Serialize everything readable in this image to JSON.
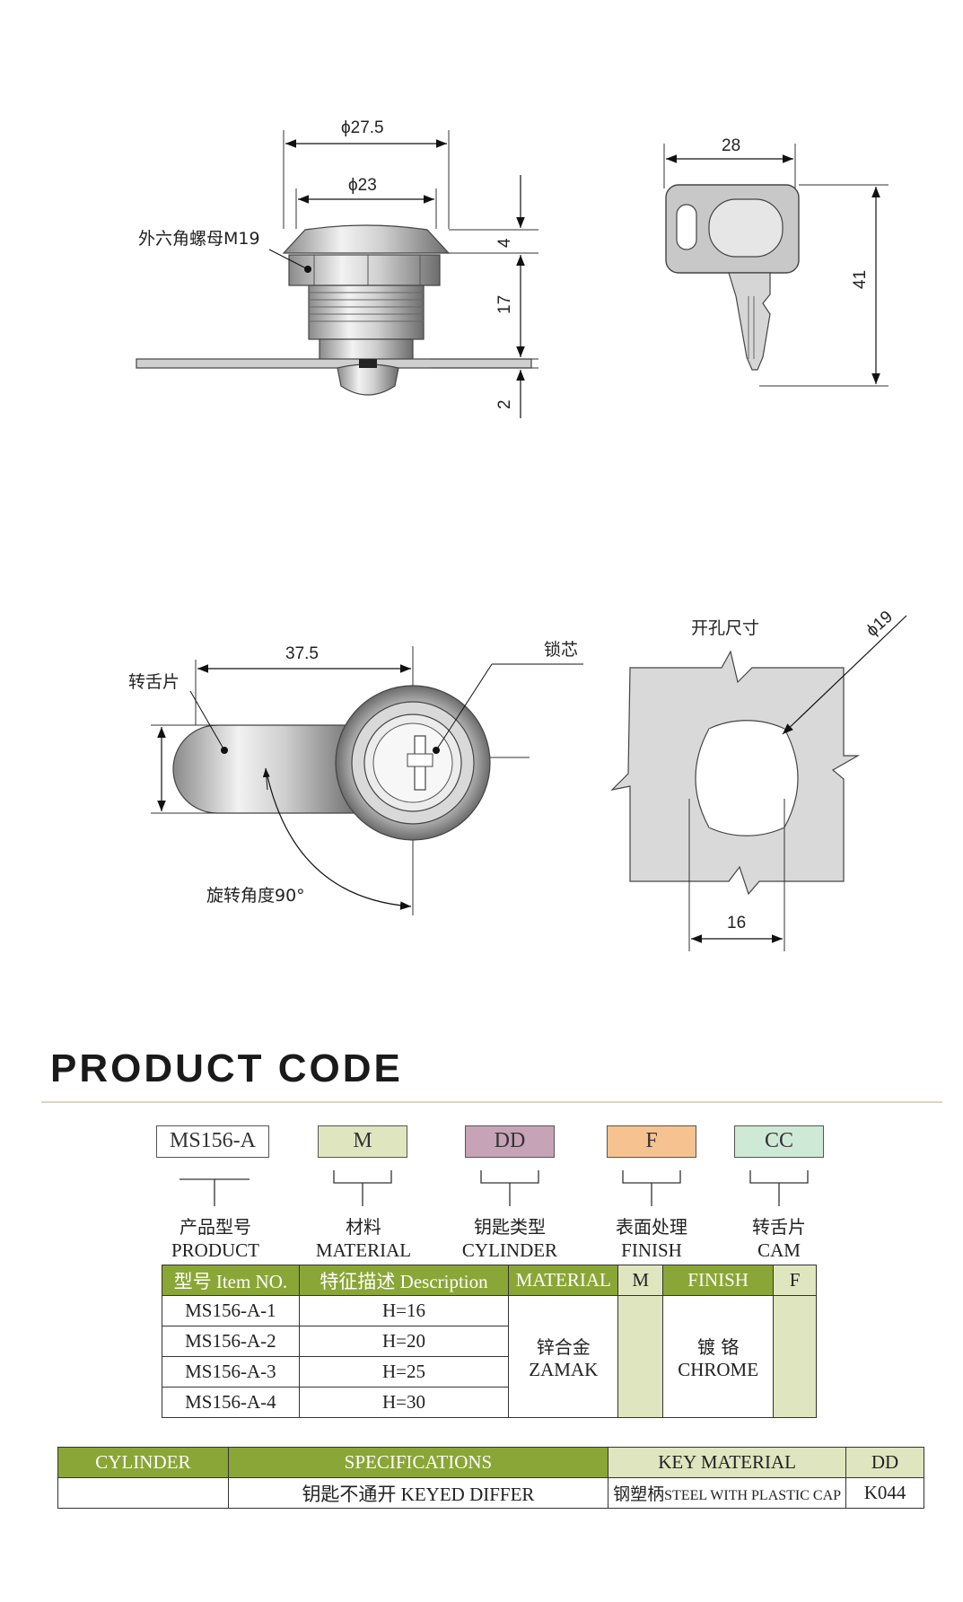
{
  "drawings": {
    "front": {
      "dim_outer": "ϕ27.5",
      "dim_inner": "ϕ23",
      "dim_4": "4",
      "dim_17": "17",
      "dim_2": "2",
      "label_nut": "外六角螺母M19"
    },
    "key": {
      "dim_width": "28",
      "dim_height": "41"
    },
    "top": {
      "dim_cam": "37.5",
      "label_cam": "转舌片",
      "label_core": "锁芯",
      "label_rotation": "旋转角度90°"
    },
    "hole": {
      "label_title": "开孔尺寸",
      "dim_diameter": "ϕ19",
      "dim_flat": "16"
    }
  },
  "section_title": "PRODUCT CODE",
  "code_parts": [
    {
      "code": "MS156-A",
      "color": "#ffffff",
      "label_cn": "产品型号",
      "label_en": "PRODUCT CODE"
    },
    {
      "code": "M",
      "color": "#dfe6bf",
      "label_cn": "材料",
      "label_en": "MATERIAL"
    },
    {
      "code": "DD",
      "color": "#c7a3b7",
      "label_cn": "钥匙类型",
      "label_en": "CYLINDER"
    },
    {
      "code": "F",
      "color": "#f6c28f",
      "label_cn": "表面处理",
      "label_en": "FINISH"
    },
    {
      "code": "CC",
      "color": "#cfe9d7",
      "label_cn": "转舌片",
      "label_en": "CAM"
    }
  ],
  "spec_table": {
    "headers": {
      "item": "型号 Item NO.",
      "desc": "特征描述 Description",
      "material": "MATERIAL",
      "m": "M",
      "finish": "FINISH",
      "f": "F"
    },
    "rows": [
      {
        "item": "MS156-A-1",
        "desc": "H=16"
      },
      {
        "item": "MS156-A-2",
        "desc": "H=20"
      },
      {
        "item": "MS156-A-3",
        "desc": "H=25"
      },
      {
        "item": "MS156-A-4",
        "desc": "H=30"
      }
    ],
    "material_cn": "锌合金",
    "material_en": "ZAMAK",
    "finish_cn": "镀 铬",
    "finish_en": "CHROME"
  },
  "cylinder_table": {
    "headers": {
      "cylinder": "CYLINDER",
      "specifications": "SPECIFICATIONS",
      "key_material": "KEY MATERIAL",
      "dd": "DD"
    },
    "row": {
      "cylinder": "",
      "specifications": "钥匙不通开  KEYED DIFFER",
      "key_material_cn": "钢塑柄",
      "key_material_en": "STEEL WITH PLASTIC CAP",
      "dd": "K044"
    }
  }
}
